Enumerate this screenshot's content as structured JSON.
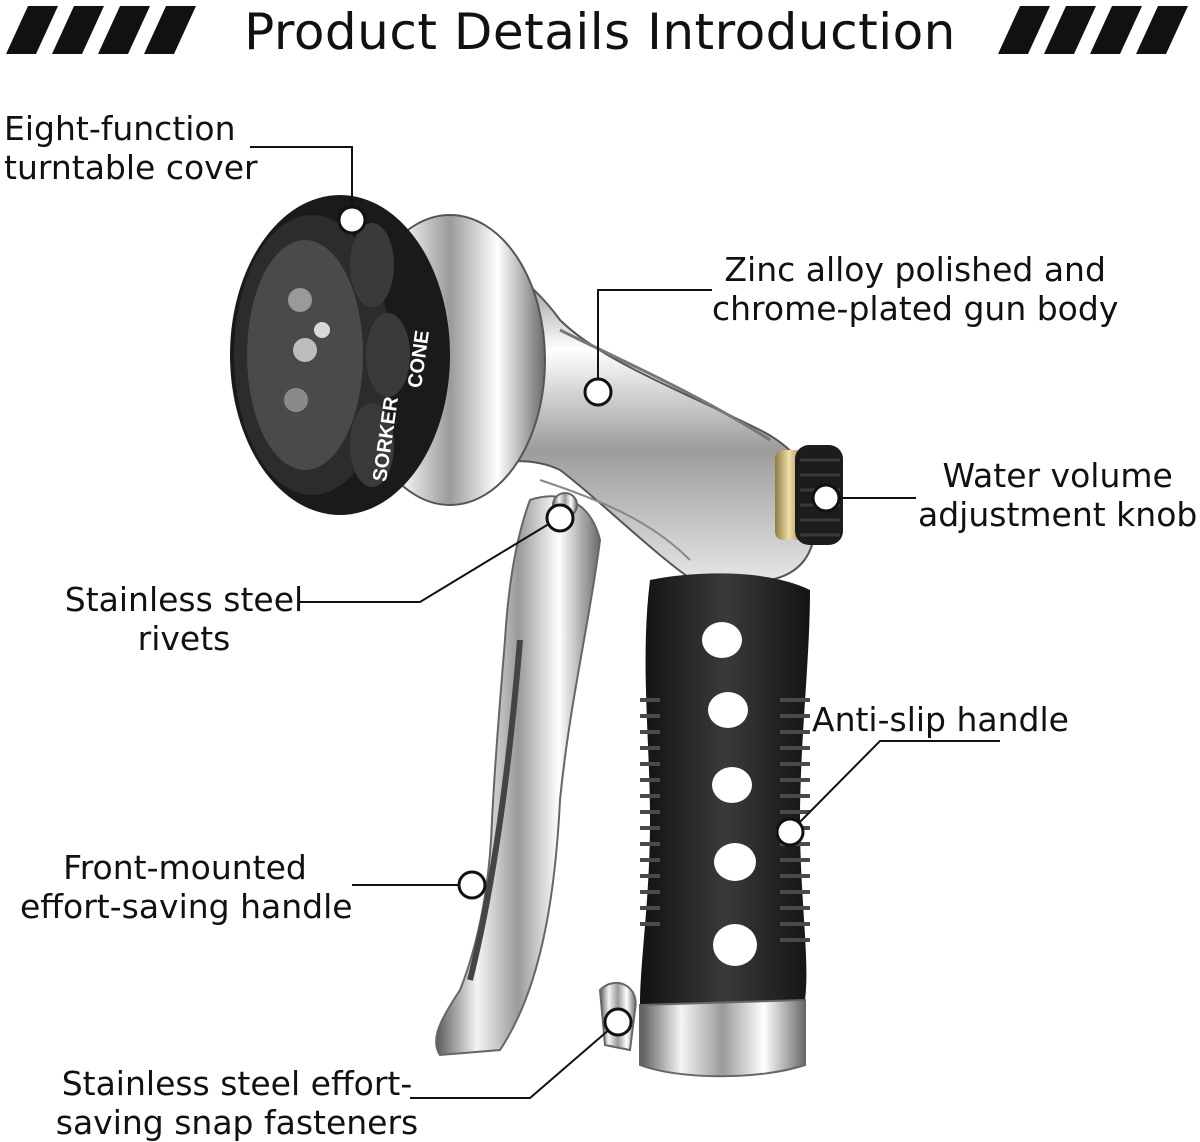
{
  "header": {
    "title": "Product Details Introduction"
  },
  "diagram": {
    "ring_texts": [
      "CONE",
      "SORKER"
    ],
    "colors": {
      "line": "#111111",
      "chrome_light": "#f1f1f1",
      "chrome_mid": "#b9b9b9",
      "chrome_dark": "#4a4a4a",
      "rubber": "#1e1e1e",
      "brass": "#c9b276",
      "dot_fill": "#ffffff"
    }
  },
  "callouts": [
    {
      "id": "turntable",
      "lines": [
        "Eight-function",
        "turntable cover"
      ]
    },
    {
      "id": "body",
      "lines": [
        "Zinc alloy polished and",
        "chrome-plated gun body"
      ]
    },
    {
      "id": "knob",
      "lines": [
        "Water volume",
        "adjustment knob"
      ]
    },
    {
      "id": "rivets",
      "lines": [
        "Stainless steel",
        "rivets"
      ]
    },
    {
      "id": "grip",
      "lines": [
        "Anti-slip handle"
      ]
    },
    {
      "id": "front",
      "lines": [
        "Front-mounted",
        "effort-saving handle"
      ]
    },
    {
      "id": "snap",
      "lines": [
        "Stainless steel effort-",
        "saving snap fasteners"
      ]
    }
  ]
}
